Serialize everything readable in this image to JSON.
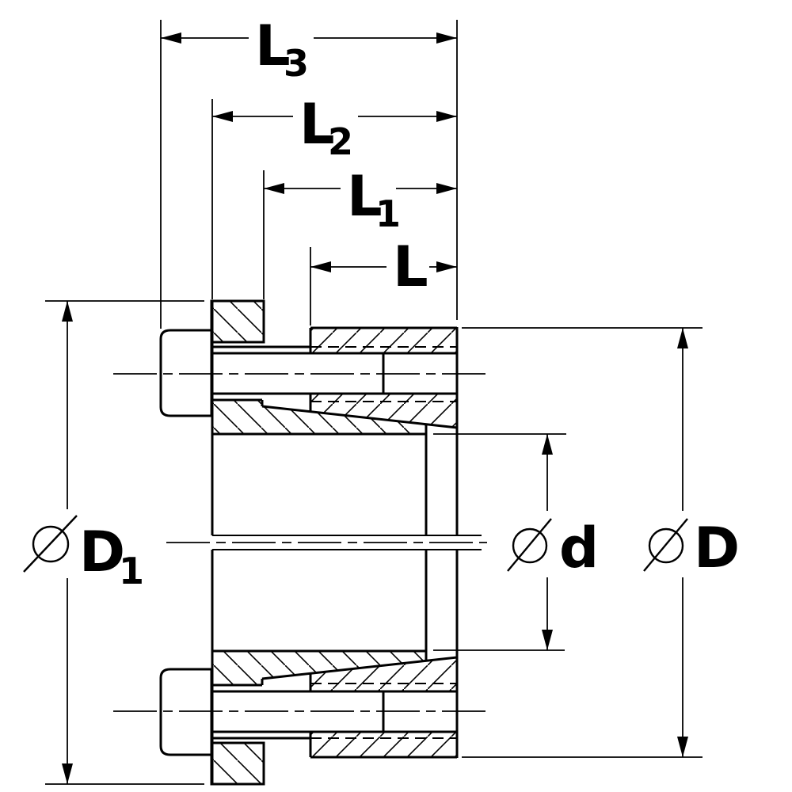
{
  "drawing": {
    "kind": "engineering cross-section of a shaft-hub locking assembly (taper bushing) with clamping screws",
    "colors": {
      "line": "#000000",
      "background": "#ffffff"
    },
    "length_dimensions": [
      {
        "id": "L3",
        "base": "L",
        "sub": "3"
      },
      {
        "id": "L2",
        "base": "L",
        "sub": "2"
      },
      {
        "id": "L1",
        "base": "L",
        "sub": "1"
      },
      {
        "id": "L",
        "base": "L",
        "sub": ""
      }
    ],
    "diameter_dimensions": [
      {
        "id": "D1",
        "symbol": "circle-slash",
        "base": "D",
        "sub": "1"
      },
      {
        "id": "d",
        "symbol": "circle-slash",
        "base": "d",
        "sub": ""
      },
      {
        "id": "D",
        "symbol": "circle-slash",
        "base": "D",
        "sub": ""
      }
    ]
  }
}
